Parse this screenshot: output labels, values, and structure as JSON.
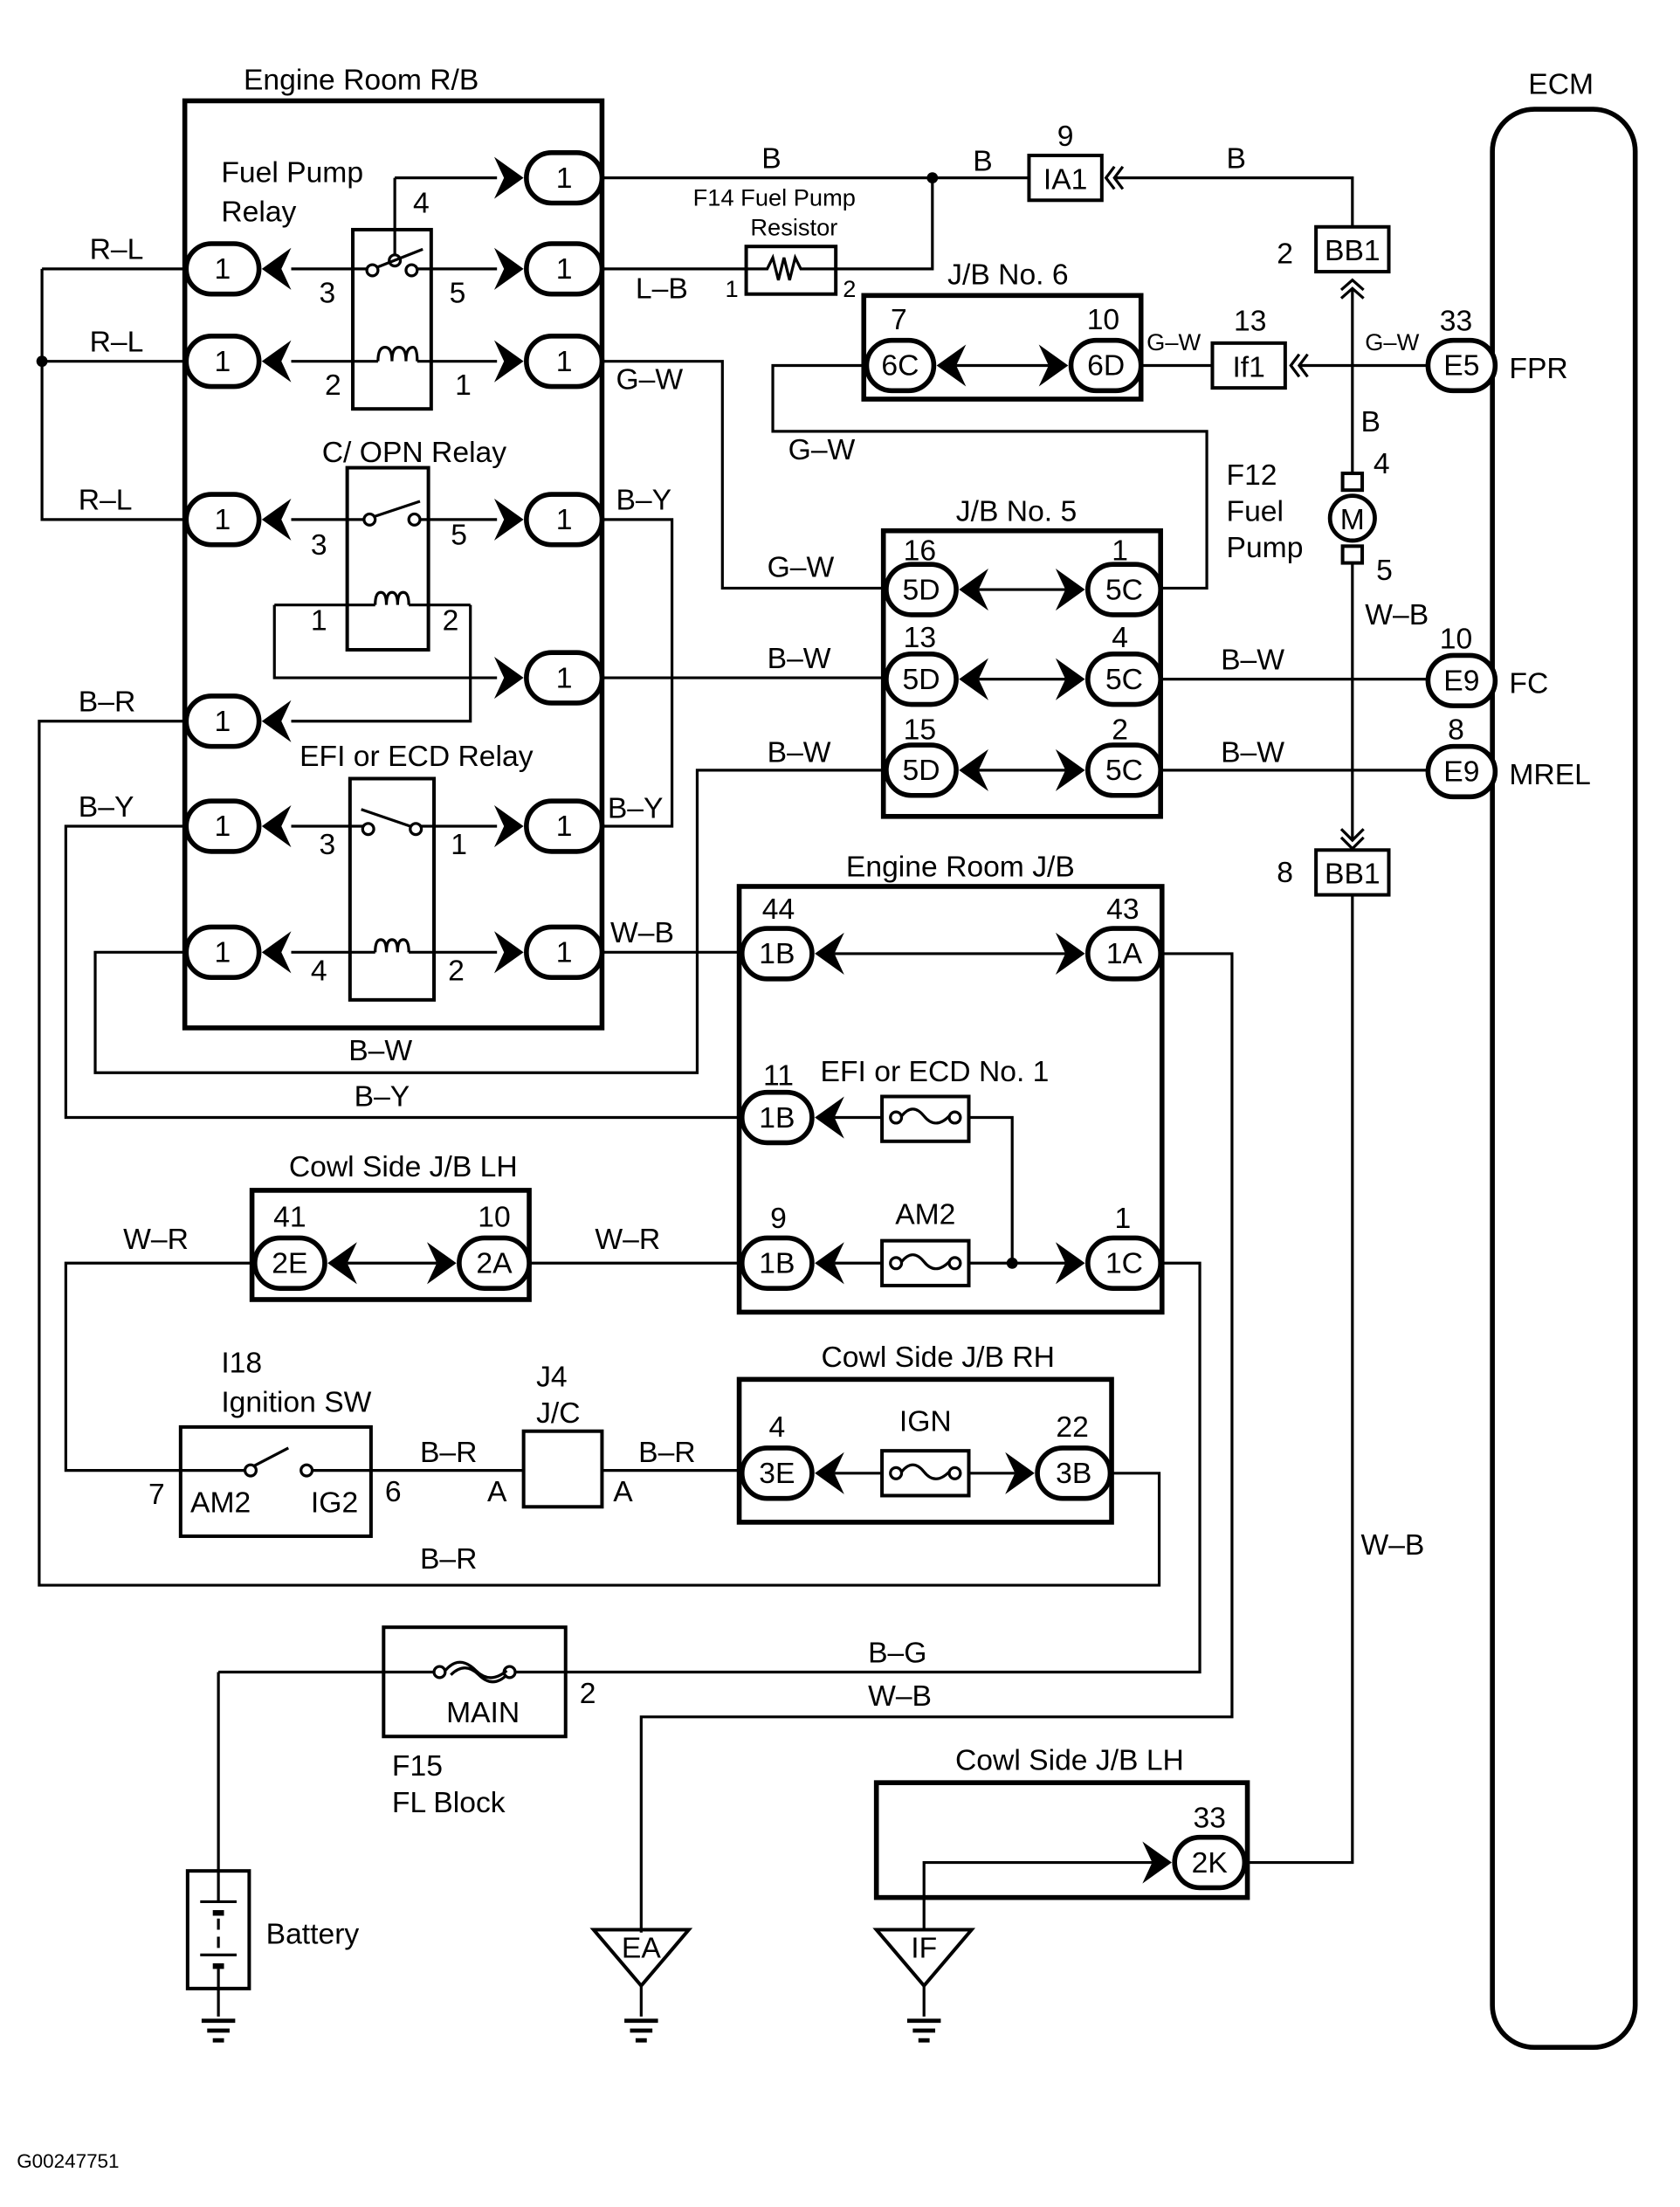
{
  "diagram": {
    "figure_code": "G00247751",
    "ecm": {
      "label": "ECM",
      "pins": [
        {
          "num": "33",
          "conn": "E5",
          "signal": "FPR"
        },
        {
          "num": "10",
          "conn": "E9",
          "signal": "FC"
        },
        {
          "num": "8",
          "conn": "E9",
          "signal": "MREL"
        }
      ]
    },
    "engine_room_rb": {
      "title": "Engine Room R/B",
      "terminal": "1",
      "fuel_pump_relay": {
        "label1": "Fuel Pump",
        "label2": "Relay",
        "pins": [
          "4",
          "3",
          "5",
          "2",
          "1"
        ]
      },
      "c_opn_relay": {
        "label": "C/ OPN Relay",
        "pins": [
          "3",
          "5",
          "1",
          "2"
        ]
      },
      "efi_relay": {
        "label": "EFI or ECD Relay",
        "pins": [
          "3",
          "1",
          "4",
          "2"
        ]
      }
    },
    "resistor": {
      "label1": "F14 Fuel Pump",
      "label2": "Resistor",
      "pin1": "1",
      "pin2": "2"
    },
    "ia1": {
      "num": "9",
      "label": "IA1"
    },
    "bb1_top": {
      "num": "2",
      "label": "BB1"
    },
    "bb1_bot": {
      "num": "8",
      "label": "BB1"
    },
    "if1": {
      "num": "13",
      "label": "If1"
    },
    "jb6": {
      "title": "J/B No. 6",
      "left": {
        "num": "7",
        "conn": "6C"
      },
      "right": {
        "num": "10",
        "conn": "6D"
      }
    },
    "jb5": {
      "title": "J/B No. 5",
      "rows": [
        {
          "lnum": "16",
          "lconn": "5D",
          "rnum": "1",
          "rconn": "5C"
        },
        {
          "lnum": "13",
          "lconn": "5D",
          "rnum": "4",
          "rconn": "5C"
        },
        {
          "lnum": "15",
          "lconn": "5D",
          "rnum": "2",
          "rconn": "5C"
        }
      ]
    },
    "fuel_pump": {
      "label1": "F12",
      "label2": "Fuel",
      "label3": "Pump",
      "motor": "M",
      "pin_top": "4",
      "pin_bot": "5"
    },
    "engine_room_jb": {
      "title": "Engine Room J/B",
      "r1": {
        "lnum": "44",
        "lconn": "1B",
        "rnum": "43",
        "rconn": "1A"
      },
      "r2": {
        "lnum": "11",
        "lconn": "1B",
        "fuse": "EFI or ECD No. 1"
      },
      "r3": {
        "lnum": "9",
        "lconn": "1B",
        "fuse": "AM2",
        "rnum": "1",
        "rconn": "1C"
      }
    },
    "cowl_lh_top": {
      "title": "Cowl Side J/B LH",
      "left": {
        "num": "41",
        "conn": "2E"
      },
      "right": {
        "num": "10",
        "conn": "2A"
      }
    },
    "ignition_sw": {
      "id": "I18",
      "label": "Ignition SW",
      "pin_left": "7",
      "pin_right": "6",
      "t1": "AM2",
      "t2": "IG2"
    },
    "jc": {
      "id": "J4",
      "label": "J/C",
      "pin": "A"
    },
    "cowl_rh": {
      "title": "Cowl Side J/B RH",
      "fuse": "IGN",
      "left": {
        "num": "4",
        "conn": "3E"
      },
      "right": {
        "num": "22",
        "conn": "3B"
      }
    },
    "fl_block": {
      "fuse": "MAIN",
      "pin": "2",
      "id": "F15",
      "label": "FL Block"
    },
    "battery": {
      "label": "Battery"
    },
    "cowl_lh_bot": {
      "title": "Cowl Side J/B LH",
      "num": "33",
      "conn": "2K"
    },
    "grounds": [
      "EA",
      "IF"
    ],
    "wires": {
      "rl": "R–L",
      "br": "B–R",
      "by": "B–Y",
      "b": "B",
      "lb": "L–B",
      "gw": "G–W",
      "bw": "B–W",
      "wb": "W–B",
      "wr": "W–R",
      "bg": "B–G"
    }
  }
}
